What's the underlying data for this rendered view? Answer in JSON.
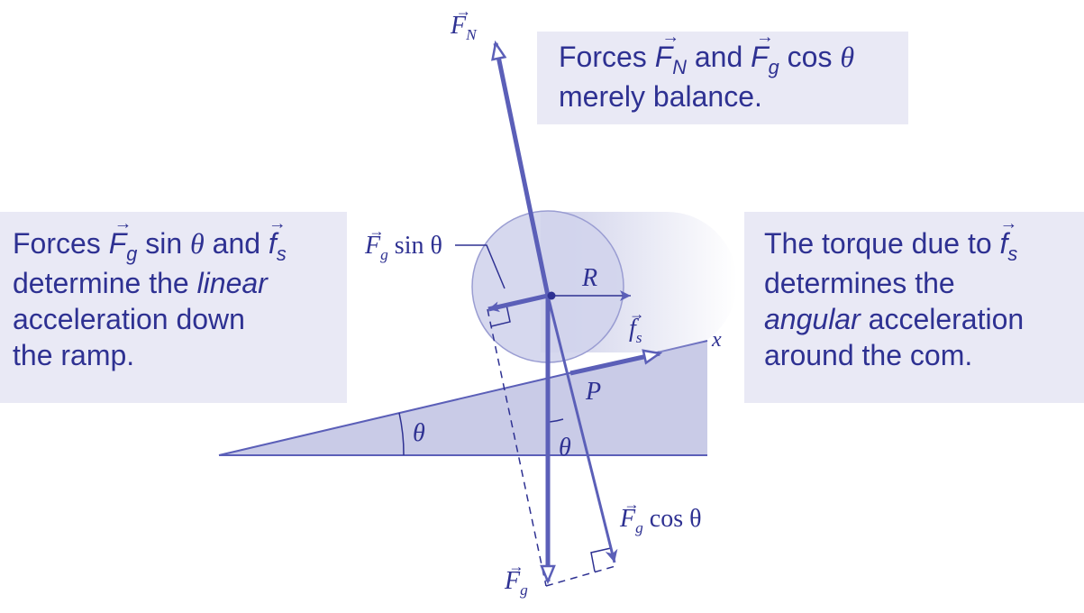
{
  "colors": {
    "ink": "#2e3192",
    "vector": "#5b5fb8",
    "ramp_fill": "#c9cbe7",
    "box_fill": "#e9e9f5",
    "cylinder_fill": "#d2d4ec"
  },
  "callouts": {
    "top": {
      "word1": "Forces",
      "word2": "and",
      "cos": "cos",
      "theta": "θ",
      "line2": "merely balance."
    },
    "left": {
      "word1": "Forces",
      "sin": "sin",
      "theta": "θ",
      "and": "and",
      "line2a": "determine the",
      "line2b": "linear",
      "line3": "acceleration down",
      "line4": "the ramp."
    },
    "right": {
      "line1": "The torque due to",
      "line2": "determines the",
      "line3a": "angular",
      "line3b": "acceleration",
      "line4": "around the com."
    }
  },
  "symbols": {
    "F": "F",
    "f": "f",
    "N": "N",
    "g": "g",
    "s": "s"
  },
  "labels": {
    "sin_text": "sin θ",
    "cos_text": "cos θ",
    "R": "R",
    "P": "P",
    "x": "x",
    "theta": "θ"
  }
}
